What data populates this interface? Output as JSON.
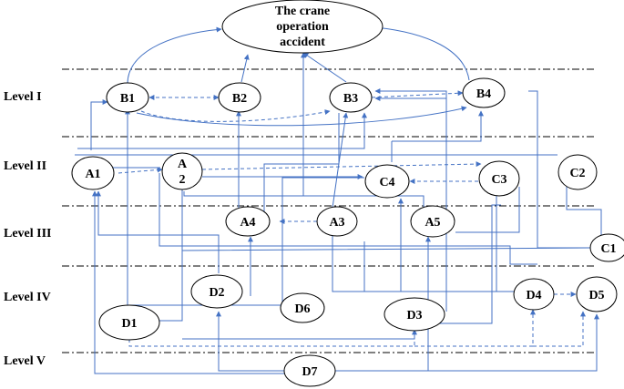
{
  "title": {
    "line1": "The crane",
    "line2": "operation",
    "line3": "accident"
  },
  "levels": {
    "l1": "Level I",
    "l2": "Level II",
    "l3": "Level III",
    "l4": "Level IV",
    "l5": "Level V"
  },
  "nodes": {
    "B1": "B1",
    "B2": "B2",
    "B3": "B3",
    "B4": "B4",
    "A1": "A1",
    "A2a": "A",
    "A2b": "2",
    "C4": "C4",
    "C3": "C3",
    "C2": "C2",
    "A4": "A4",
    "A3": "A3",
    "A5": "A5",
    "C1": "C1",
    "D2": "D2",
    "D6": "D6",
    "D4": "D4",
    "D5": "D5",
    "D1": "D1",
    "D3": "D3",
    "D7": "D7"
  },
  "colors": {
    "edge": "#4472c4",
    "node_border": "#000000"
  }
}
